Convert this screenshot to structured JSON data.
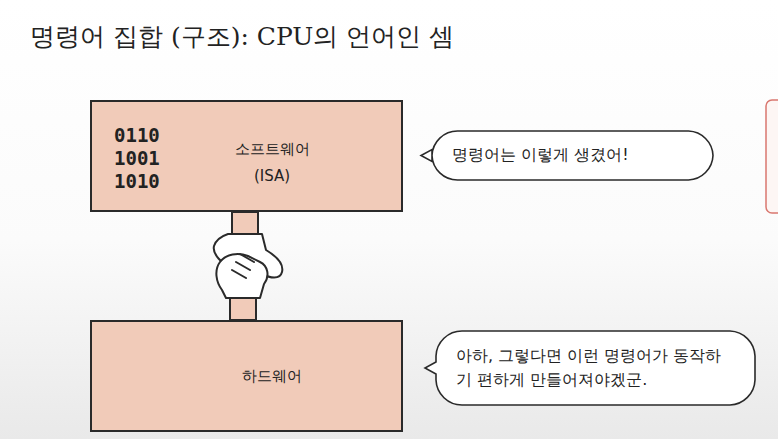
{
  "diagram": {
    "title": "명령어 집합 (구조): CPU의 언어인 셈",
    "nodes": [
      {
        "text": [
          "0110 1001 1010",
          "소프트웨어 (ISA)"
        ]
      },
      {
        "text": [
          "명령어는 이렇게 생겼어!"
        ]
      },
      {
        "text": [
          "하드웨어"
        ]
      },
      {
        "text": [
          "아하, 그렇다면 이런 명령어가 동작하기 편하게 만들어져야겠군."
        ]
      }
    ]
  }
}
